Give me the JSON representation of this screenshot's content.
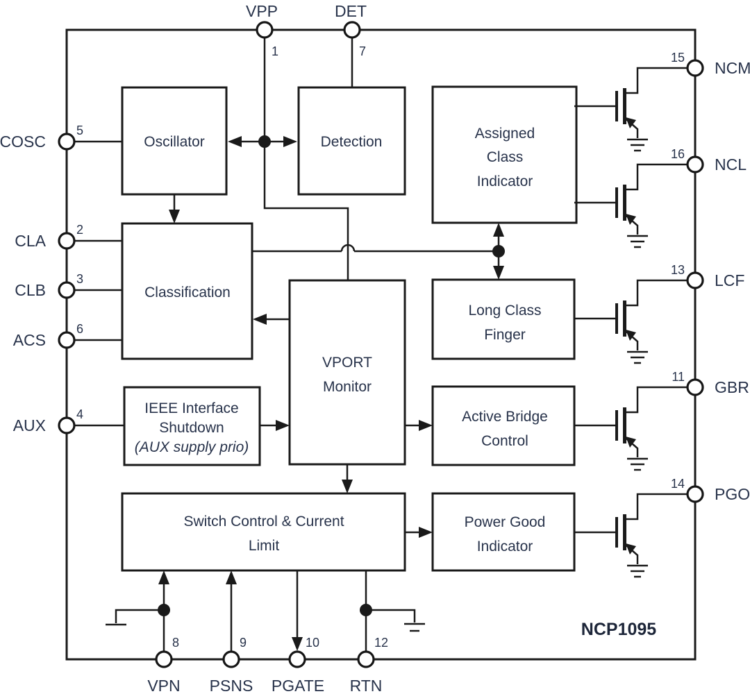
{
  "chip": {
    "name": "NCP1095"
  },
  "colors": {
    "line": "#1a1a1a",
    "text": "#27324a",
    "background": "#ffffff"
  },
  "blocks": {
    "oscillator": {
      "l1": "Oscillator"
    },
    "detection": {
      "l1": "Detection"
    },
    "assigned_class_indicator": {
      "l1": "Assigned",
      "l2": "Class",
      "l3": "Indicator"
    },
    "classification": {
      "l1": "Classification"
    },
    "vport_monitor": {
      "l1": "VPORT",
      "l2": "Monitor"
    },
    "long_class_finger": {
      "l1": "Long Class",
      "l2": "Finger"
    },
    "ieee_interface_shutdown": {
      "l1": "IEEE Interface",
      "l2": "Shutdown",
      "l3": "(AUX supply prio)"
    },
    "active_bridge_control": {
      "l1": "Active Bridge",
      "l2": "Control"
    },
    "switch_control_current_limit": {
      "l1": "Switch Control & Current",
      "l2": "Limit"
    },
    "power_good_indicator": {
      "l1": "Power Good",
      "l2": "Indicator"
    }
  },
  "pins": {
    "vpp": {
      "label": "VPP",
      "number": "1"
    },
    "det": {
      "label": "DET",
      "number": "7"
    },
    "cosc": {
      "label": "COSC",
      "number": "5"
    },
    "cla": {
      "label": "CLA",
      "number": "2"
    },
    "clb": {
      "label": "CLB",
      "number": "3"
    },
    "acs": {
      "label": "ACS",
      "number": "6"
    },
    "aux": {
      "label": "AUX",
      "number": "4"
    },
    "vpn": {
      "label": "VPN",
      "number": "8"
    },
    "psns": {
      "label": "PSNS",
      "number": "9"
    },
    "pgate": {
      "label": "PGATE",
      "number": "10"
    },
    "rtn": {
      "label": "RTN",
      "number": "12"
    },
    "ncm": {
      "label": "NCM",
      "number": "15"
    },
    "ncl": {
      "label": "NCL",
      "number": "16"
    },
    "lcf": {
      "label": "LCF",
      "number": "13"
    },
    "gbr": {
      "label": "GBR",
      "number": "11"
    },
    "pgo": {
      "label": "PGO",
      "number": "14"
    }
  }
}
